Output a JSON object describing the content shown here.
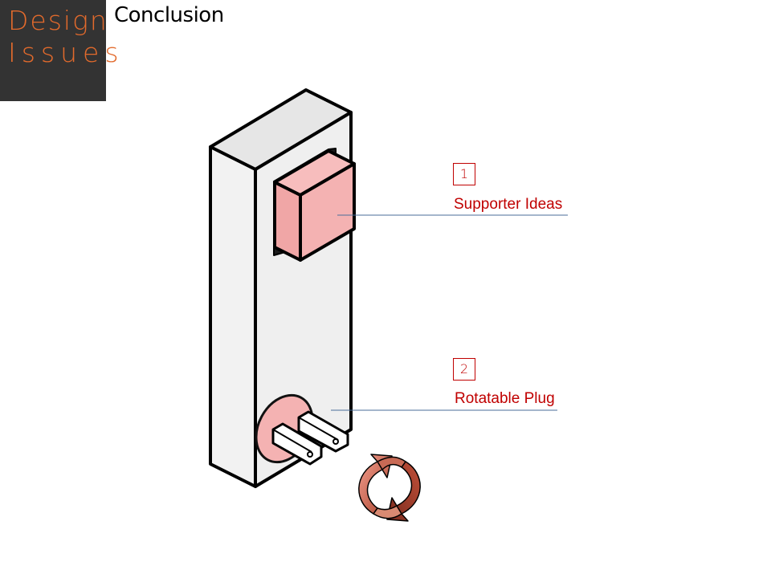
{
  "header": {
    "badge_line1": "Design",
    "badge_line2": "Issues",
    "title": "Conclusion"
  },
  "callouts": [
    {
      "number": "1",
      "label": "Supporter Ideas"
    },
    {
      "number": "2",
      "label": "Rotatable Plug"
    }
  ],
  "colors": {
    "badge_bg": "#333333",
    "badge_text": "#e26a2c",
    "accent_red": "#c00000",
    "leader_line": "#4a6e9a",
    "device_body": "#efefef",
    "pink_part": "#f4b0b0"
  },
  "icons": [
    "device-illustration",
    "rotate-arrows-icon"
  ]
}
